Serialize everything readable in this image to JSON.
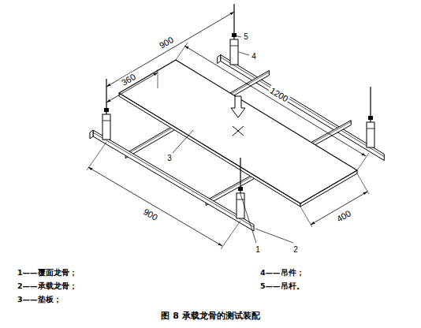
{
  "diagram": {
    "caption": "图 8 承载龙骨的测试装配",
    "labels": [
      "900",
      "360",
      "1200",
      "900",
      "400",
      "5",
      "4",
      "3",
      "1",
      "2",
      "1——覆面龙骨；",
      "2——承载龙骨；",
      "3——垫板；",
      "4——吊件；",
      "5——吊杆。"
    ]
  }
}
